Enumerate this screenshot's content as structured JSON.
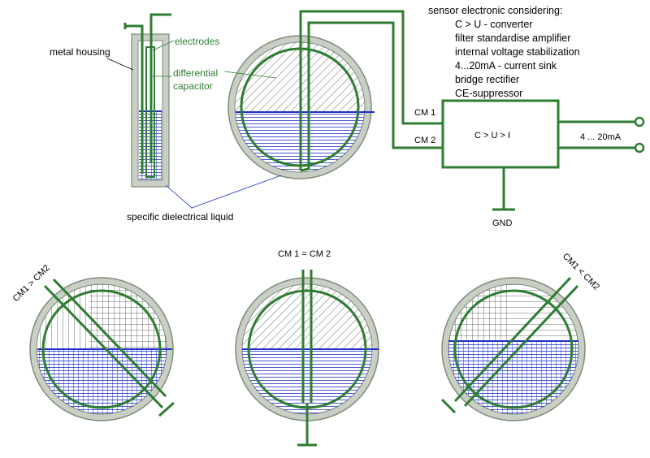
{
  "labels": {
    "metal_housing": "metal housing",
    "electrodes": "electrodes",
    "differential_line1": "differential",
    "differential_line2": "capacitor",
    "specific_liquid": "specific dielectrical liquid",
    "gnd": "GND",
    "cm1": "CM 1",
    "cm2": "CM 2",
    "box_text": "C > U > I",
    "output": "4 ... 20mA",
    "tilt_left": "CM1 > CM2",
    "tilt_center": "CM 1 = CM 2",
    "tilt_right": "CM1 < CM2"
  },
  "electronics": {
    "heading": "sensor electronic considering:",
    "items": [
      "C > U - converter",
      "filter standardise amplifier",
      "internal voltage stabilization",
      "4...20mA - current sink",
      "bridge rectifier",
      "CE-suppressor"
    ]
  },
  "colors": {
    "green": "#2e7d32",
    "housing": "#c9cfc5",
    "housing_edge": "#7f8a7a",
    "liquid": "#1f2fc8",
    "hatch": "#303030"
  }
}
